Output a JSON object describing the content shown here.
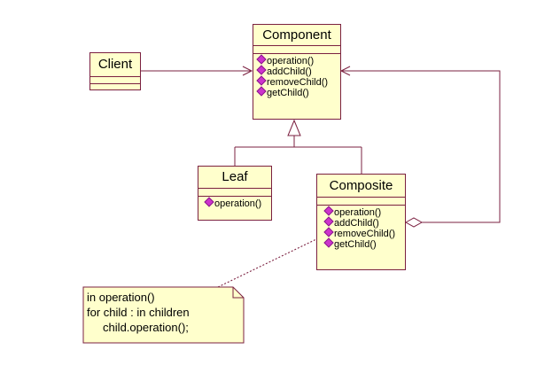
{
  "classes": {
    "client": {
      "name": "Client",
      "operations": []
    },
    "component": {
      "name": "Component",
      "operations": [
        "operation()",
        "addChild()",
        "removeChild()",
        "getChild()"
      ]
    },
    "leaf": {
      "name": "Leaf",
      "operations": [
        "operation()"
      ]
    },
    "composite": {
      "name": "Composite",
      "operations": [
        "operation()",
        "addChild()",
        "removeChild()",
        "getChild()"
      ]
    }
  },
  "note": {
    "lines": [
      "in operation()",
      "for child : in children",
      "     child.operation();"
    ]
  },
  "colors": {
    "box_fill": "#ffffcc",
    "border": "#7b2040",
    "line": "#7b2040",
    "operation_icon": "#cc33cc"
  },
  "relationships": [
    {
      "type": "association",
      "from": "Client",
      "to": "Component"
    },
    {
      "type": "generalization",
      "from": "Leaf",
      "to": "Component"
    },
    {
      "type": "generalization",
      "from": "Composite",
      "to": "Component"
    },
    {
      "type": "aggregation",
      "from": "Composite",
      "to": "Component"
    },
    {
      "type": "note-anchor",
      "from": "note",
      "to": "Composite"
    }
  ]
}
